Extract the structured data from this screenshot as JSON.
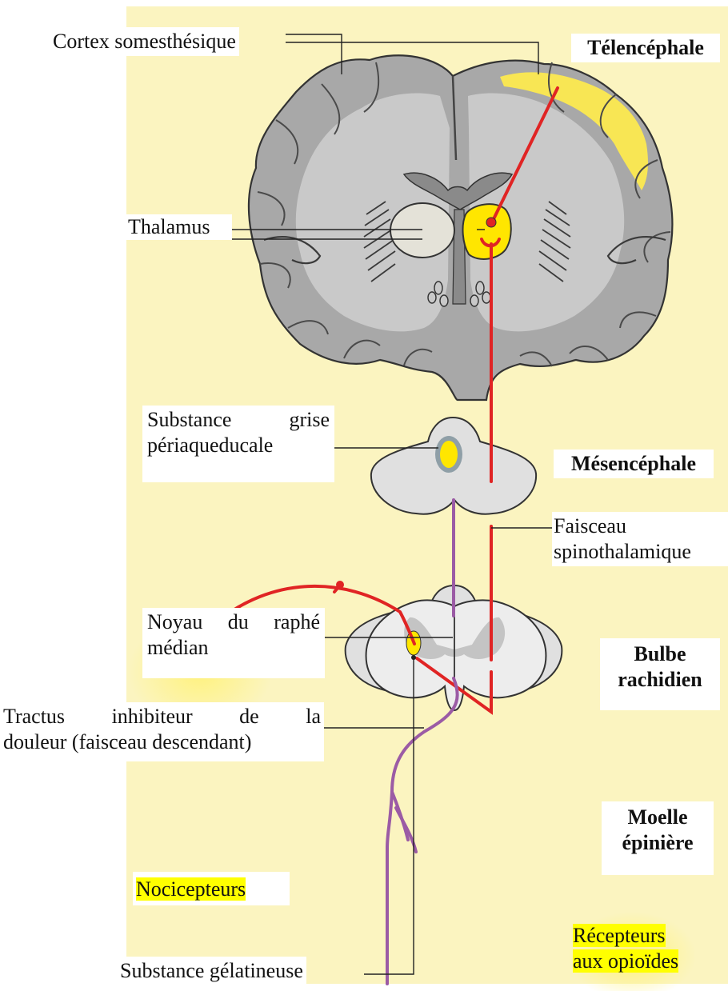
{
  "labels": {
    "cortex": "Cortex somesthésique",
    "thalamus": "Thalamus",
    "sgpa_line1": "Substance grise",
    "sgpa_line2": "périaqueducale",
    "raphe_line1": "Noyau du raphé",
    "raphe_line2": "médian",
    "tractus_line1": "Tractus inhibiteur de la",
    "tractus_line2": "douleur (faisceau descendant)",
    "faisceau_line1": "Faisceau",
    "faisceau_line2": "spinothalamique",
    "nocicepteurs": "Nocicepteurs",
    "gelatineuse": "Substance gélatineuse",
    "recepteurs_line1": "Récepteurs",
    "recepteurs_line2": "aux opioïdes"
  },
  "regions": {
    "telencephale": "Télencéphale",
    "mesencephale": "Mésencéphale",
    "bulbe_line1": "Bulbe",
    "bulbe_line2": "rachidien",
    "moelle_line1": "Moelle",
    "moelle_line2": "épinière"
  },
  "colors": {
    "background_panel": "#fbf4c0",
    "ascending_pathway": "#e02424",
    "descending_pathway": "#9b5ba5",
    "nucleus": "#ffe600",
    "tissue": "#a8a8a8",
    "highlight": "#ffff00"
  }
}
